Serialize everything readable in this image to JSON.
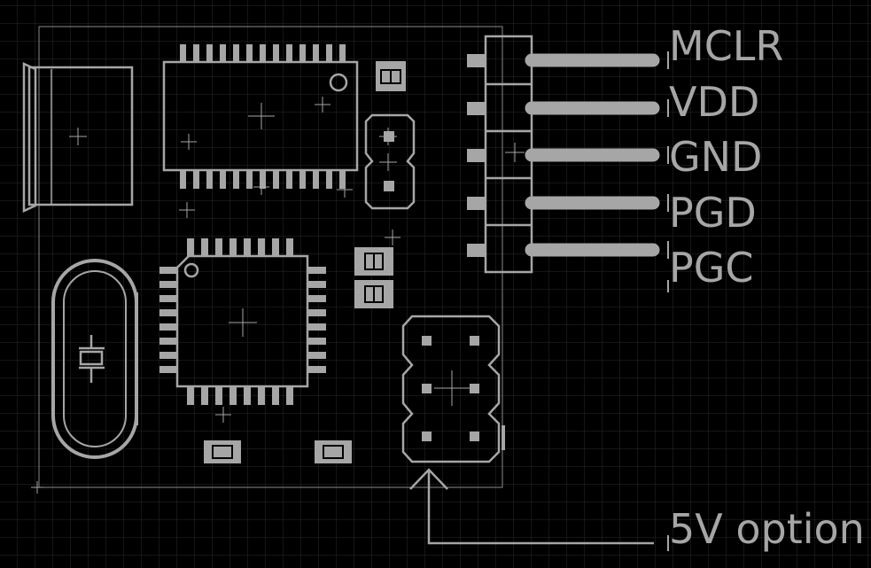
{
  "colors": {
    "background": "#000000",
    "grid": "#2a2a2a",
    "silkscreen": "#a6a6a6",
    "pad": "#a6a6a6",
    "board_outline": "#8a8a8a"
  },
  "header_pins": [
    {
      "label": "MCLR"
    },
    {
      "label": "VDD"
    },
    {
      "label": "GND"
    },
    {
      "label": "PGD"
    },
    {
      "label": "PGC"
    }
  ],
  "jumper": {
    "label": "5V option"
  },
  "icons": {
    "crystal": "crystal-symbol-icon"
  }
}
